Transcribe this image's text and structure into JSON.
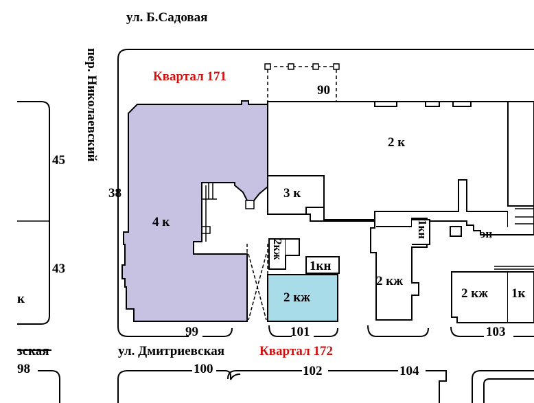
{
  "streets": {
    "top": "ул. Б.Садовая",
    "left_vertical": "пер. Николаевский",
    "bottom": "ул. Дмитриевская",
    "bottom_left_fragment": "зская"
  },
  "quarters": {
    "q171": "Квартал 171",
    "q172": "Квартал 172"
  },
  "buildings": {
    "b_4k": "4 к",
    "b_2k": "2 к",
    "b_3k": "3 к",
    "b_2kzh_a": "2кж",
    "b_1kn_a": "1кн",
    "b_2kzh_blue": "2 кж",
    "b_1kn_b": "1кн",
    "b_2kzh_b": "2 кж",
    "b_en": "эн",
    "b_2kzh_c": "2 кж",
    "b_1k_partial": "1к",
    "left_partial": "к"
  },
  "house_numbers": {
    "n45": "45",
    "n43": "43",
    "n38": "38",
    "n90": "90",
    "n99": "99",
    "n101": "101",
    "n103": "103",
    "n98": "98",
    "n100": "100",
    "n102": "102",
    "n104": "104"
  },
  "colors": {
    "building_4k_fill": "#c8c2e2",
    "building_2kzh_fill": "#a8dce8",
    "quarter_label": "#d21010",
    "line": "#000000"
  }
}
